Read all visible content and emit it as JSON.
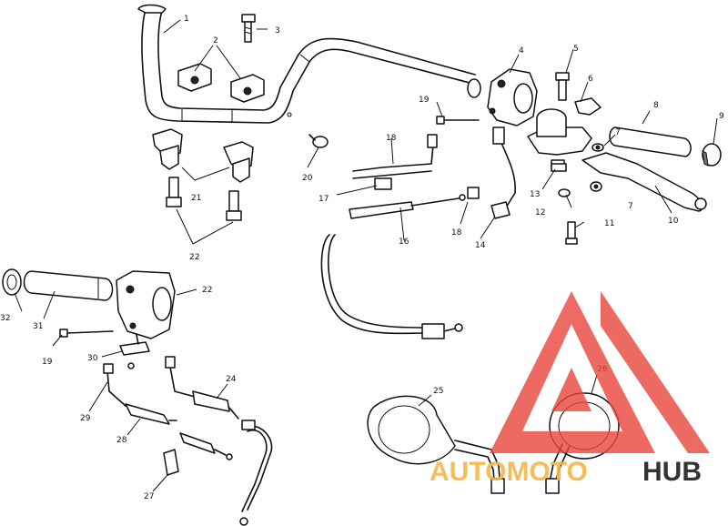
{
  "callouts": {
    "c1": "1",
    "c2": "2",
    "c3": "3",
    "c4": "4",
    "c5": "5",
    "c6": "6",
    "c7a": "7",
    "c7b": "7",
    "c8": "8",
    "c9": "9",
    "c10": "10",
    "c11": "11",
    "c12": "12",
    "c13": "13",
    "c14": "14",
    "c16": "16",
    "c17": "17",
    "c18a": "18",
    "c18b": "18",
    "c19a": "19",
    "c19b": "19",
    "c20": "20",
    "c21": "21",
    "c22a": "22",
    "c22b": "22",
    "c24": "24",
    "c25": "25",
    "c26": "26",
    "c27": "27",
    "c28": "28",
    "c29": "29",
    "c30": "30",
    "c31": "31",
    "c32": "32"
  },
  "watermark": {
    "brand_part1": "AUTOMOTO",
    "brand_part2": "HUB",
    "colors": {
      "triangle": "#e8463c",
      "part1": "#f5b54a",
      "part2": "#333333"
    }
  }
}
